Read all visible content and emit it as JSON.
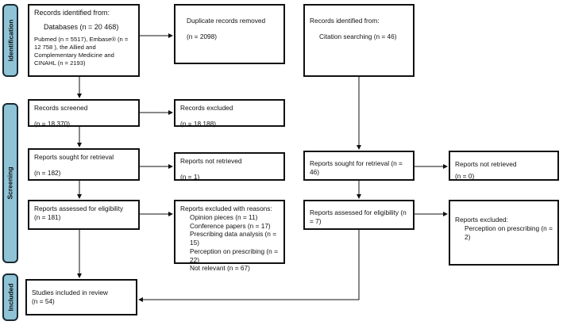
{
  "phases": {
    "identification": "Identification",
    "screening": "Screening",
    "included": "Included"
  },
  "identification": {
    "records_title": "Records identified from:",
    "databases": "Databases (n = 20 468)",
    "databases_detail": "Pubmed (n = 5517), Embase® (n = 12 758 ), the Allied and Complementary Medicine  and CINAHL (n = 2193)",
    "duplicates_title": "Duplicate records removed",
    "duplicates_n": "(n = 2098)",
    "citation_title": "Records identified from:",
    "citation": "Citation searching (n = 46)"
  },
  "screening": {
    "screened_title": "Records screened",
    "screened_n": "(n = 18 370)",
    "excluded_title": "Records excluded",
    "excluded_n": "(n = 18 188)",
    "sought_title": "Reports sought for retrieval",
    "sought_n": "(n = 182)",
    "not_retrieved_title": "Reports not retrieved",
    "not_retrieved_n": "(n = 1)",
    "assessed_title": "Reports assessed for eligibility",
    "assessed_n": "(n = 181)",
    "reasons_title": "Reports excluded with reasons:",
    "reasons": [
      "Opinion pieces (n = 11)",
      "Conference papers (n = 17)",
      "Prescribing data analysis (n = 15)",
      "Perception on prescribing (n = 22)",
      "Not relevant (n = 67)"
    ],
    "c_sought": "Reports sought for retrieval (n = 46)",
    "c_not_retrieved_title": "Reports not retrieved",
    "c_not_retrieved_n": "(n = 0)",
    "c_assessed": "Reports assessed for eligibility (n = 7)",
    "c_excluded_title": "Reports excluded:",
    "c_excluded_reason": "Perception on prescribing (n = 2)"
  },
  "included": {
    "title": "Studies included in review",
    "n": "(n = 54)"
  }
}
